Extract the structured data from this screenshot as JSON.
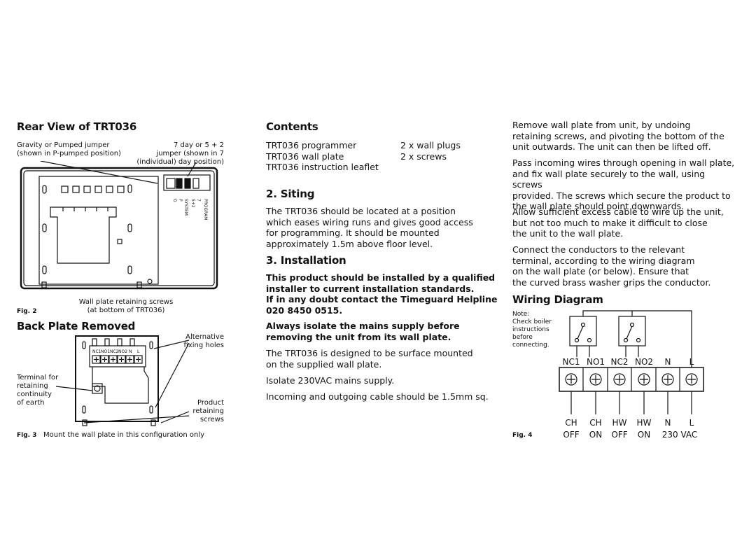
{
  "left": {
    "rear_heading": "Rear View of TRT036",
    "gravity_label": [
      "Gravity or Pumped jumper",
      "(shown in P-pumped position)"
    ],
    "day_label": [
      "7 day or 5 + 2",
      "jumper (shown in 7",
      "(individual) day position)"
    ],
    "small_labels": [
      "PROGRAM",
      "7",
      "5+2",
      "SYSTEM",
      "P",
      "G"
    ],
    "screws_label": [
      "Wall plate retaining screws",
      "(at bottom of TRT036)"
    ],
    "fig2": "Fig. 2",
    "back_heading": "Back Plate Removed",
    "alt_label": [
      "Alternative",
      "fixing holes"
    ],
    "terminal_label": [
      "Terminal for",
      "retaining",
      "continuity",
      "of earth"
    ],
    "product_label": [
      "Product",
      "retaining",
      "screws"
    ],
    "mini_terminals": [
      "NC1",
      "NO1",
      "NC2",
      "NO2",
      "N",
      "L"
    ],
    "fig3": "Fig. 3",
    "fig3_caption": "Mount the wall plate in this configuration only"
  },
  "middle": {
    "contents_heading": "Contents",
    "contents_items": [
      {
        "item": "TRT036 programmer",
        "extra": "2 x wall plugs"
      },
      {
        "item": "TRT036 wall plate",
        "extra": "2 x screws"
      },
      {
        "item": "TRT036 instruction leaflet",
        "extra": ""
      }
    ],
    "siting_heading": "2. Siting",
    "siting_text": [
      "The TRT036 should be located at a position",
      "which eases wiring runs and gives good access",
      "for programming. It should be mounted",
      "approximately 1.5m above floor level."
    ],
    "install_heading": "3. Installation",
    "install_bold_1": [
      "This product should be installed by a qualified",
      "installer to current installation standards.",
      "If in any doubt contact the Timeguard Helpline",
      "020 8450 0515."
    ],
    "install_bold_2": [
      "Always isolate the mains supply before",
      "removing the unit from its wall plate."
    ],
    "install_p3": [
      "The TRT036 is designed to be surface mounted",
      "on the supplied wall plate."
    ],
    "install_p4": "Isolate 230VAC mains supply.",
    "install_p5": "Incoming and outgoing cable should be 1.5mm sq."
  },
  "right": {
    "para1": [
      "Remove wall plate from unit, by undoing",
      "retaining screws, and pivoting the bottom of the",
      "unit outwards. The unit can then be lifted off."
    ],
    "para2": [
      "Pass incoming wires through opening in wall plate,",
      "and fix wall plate securely to the wall, using screws",
      "provided. The screws which secure the product to",
      "the wall plate should point downwards."
    ],
    "para3": [
      "Allow sufficient excess cable to wire up the unit,",
      "but not too much to make it difficult to close",
      "the unit to the wall plate."
    ],
    "para4": [
      "Connect the conductors to the relevant",
      "terminal, according to the wiring diagram",
      "on the wall plate (or below).  Ensure that",
      "the curved brass washer grips the conductor."
    ],
    "wiring_heading": "Wiring Diagram",
    "note": [
      "Note:",
      "Check boiler",
      "instructions",
      "before",
      "connecting."
    ],
    "terminals": [
      "NC1",
      "NO1",
      "NC2",
      "NO2",
      "N",
      "L"
    ],
    "bottom_top": [
      "CH",
      "CH",
      "HW",
      "HW",
      "N",
      "L"
    ],
    "bottom_low": [
      "OFF",
      "ON",
      "OFF",
      "ON",
      "230 VAC"
    ],
    "fig4": "Fig. 4"
  }
}
